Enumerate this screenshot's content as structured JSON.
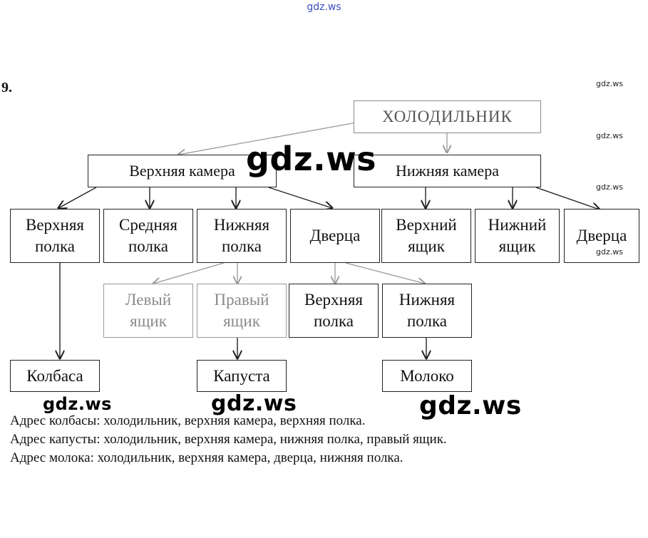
{
  "watermarks": {
    "top": "gdz.ws",
    "side": [
      "gdz.ws",
      "gdz.ws",
      "gdz.ws",
      "gdz.ws"
    ],
    "big": [
      "gdz.ws",
      "gdz.ws",
      "gdz.ws",
      "gdz.ws"
    ]
  },
  "task_number": "9.",
  "nodes": {
    "root": "ХОЛОДИЛЬНИК",
    "upper_chamber": "Верхняя камера",
    "lower_chamber": "Нижняя камера",
    "upper_shelf": "Верхняя\nполка",
    "middle_shelf": "Средняя\nполка",
    "lower_shelf": "Нижняя\nполка",
    "door_upper": "Дверца",
    "upper_drawer": "Верхний\nящик",
    "lower_drawer": "Нижний\nящик",
    "door_lower": "Дверца",
    "left_drawer": "Левый\nящик",
    "right_drawer": "Правый\nящик",
    "door_upper_shelf": "Верхняя\nполка",
    "door_lower_shelf": "Нижняя\nполка",
    "sausage": "Колбаса",
    "cabbage": "Капуста",
    "milk": "Молоко"
  },
  "addresses": [
    "Адрес колбасы: холодильник, верхняя камера, верхняя полка.",
    "Адрес капусты: холодильник, верхняя камера, нижняя полка, правый ящик.",
    "Адрес молока: холодильник, верхняя камера, дверца, нижняя полка."
  ]
}
